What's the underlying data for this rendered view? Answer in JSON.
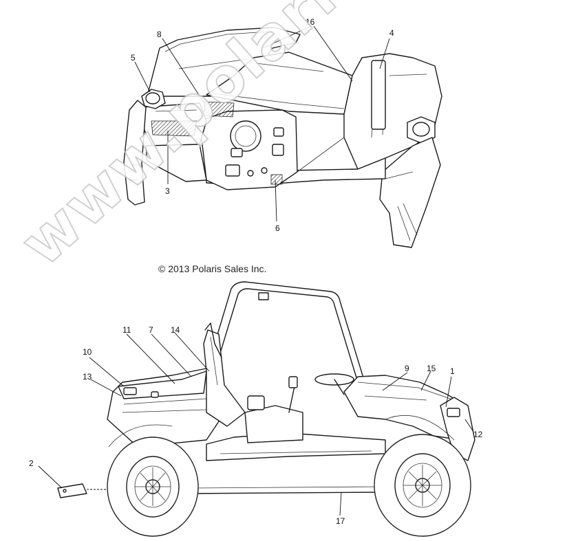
{
  "copyright": "© 2013 Polaris Sales Inc.",
  "watermark": "www.polarisersatzteile.de",
  "callouts": {
    "c1": "1",
    "c2": "2",
    "c3": "3",
    "c4": "4",
    "c5": "5",
    "c6": "6",
    "c7": "7",
    "c8": "8",
    "c9": "9",
    "c10": "10",
    "c11": "11",
    "c12": "12",
    "c13": "13",
    "c14": "14",
    "c15": "15",
    "c16": "16",
    "c17": "17"
  }
}
